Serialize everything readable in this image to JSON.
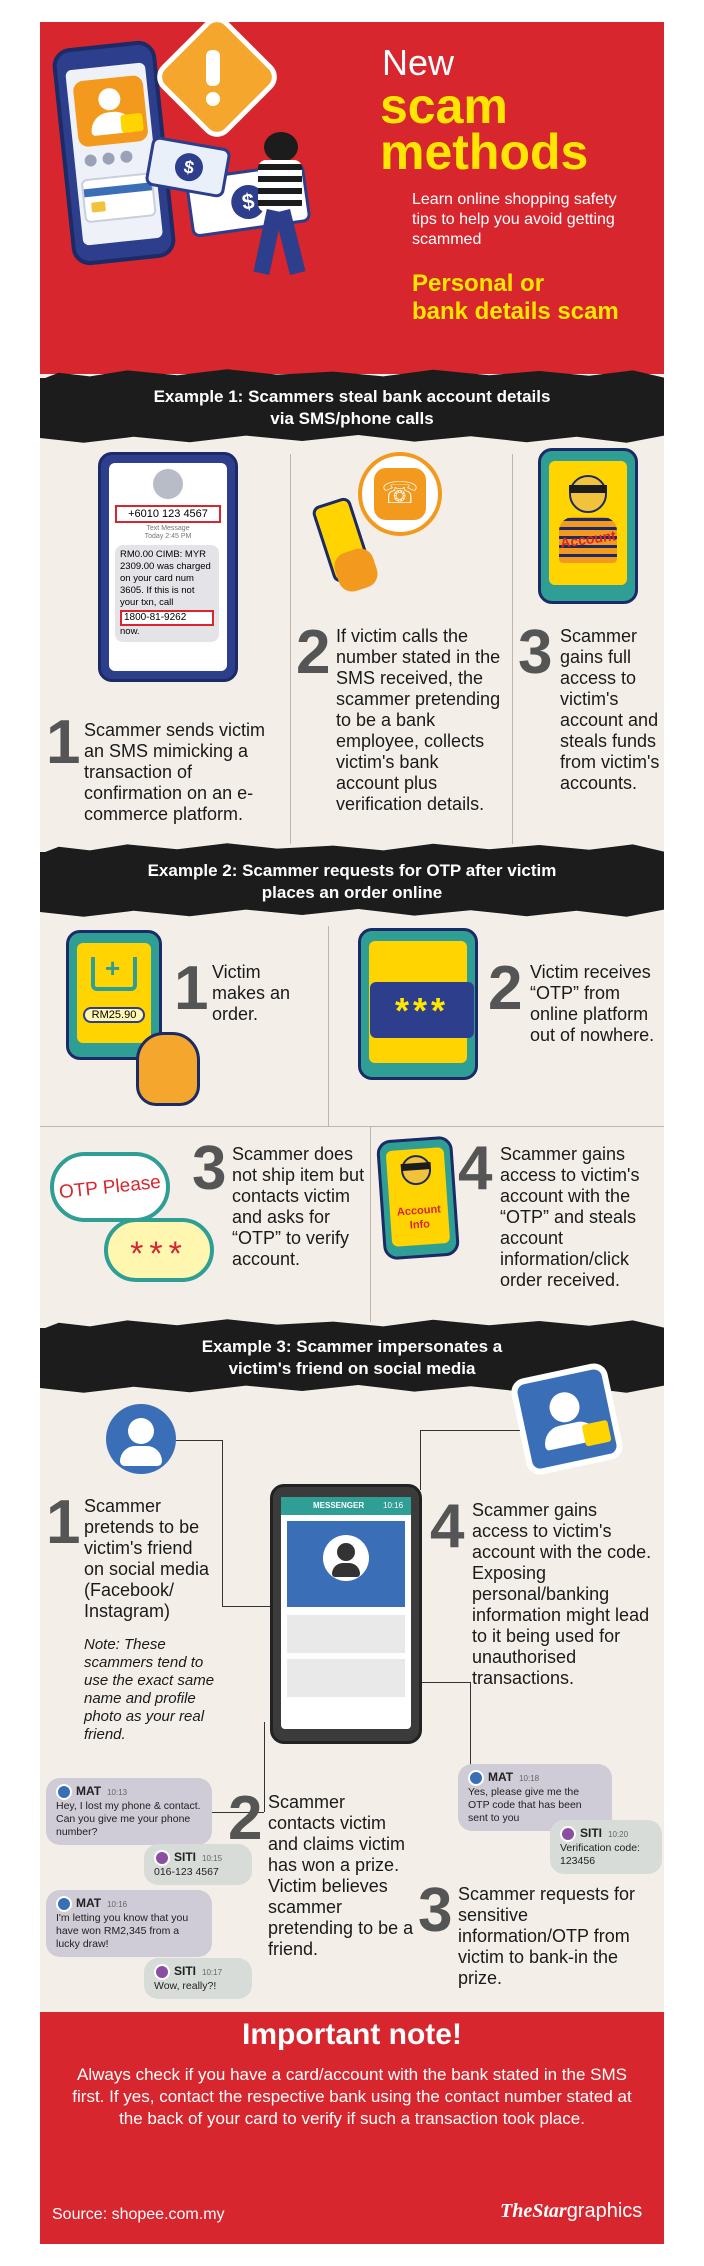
{
  "header": {
    "title_line1": "New",
    "title_line2": "scam",
    "title_line3": "methods",
    "subtitle": "Learn online shopping safety tips to help you avoid getting scammed",
    "category_line1": "Personal or",
    "category_line2": "bank details scam"
  },
  "example1": {
    "title_line1": "Example 1: Scammers steal bank account details",
    "title_line2": "via SMS/phone calls",
    "sms": {
      "number": "+6010 123 4567",
      "kind": "Text Message",
      "time": "Today 2:45 PM",
      "body": "RM0.00 CIMB: MYR 2309.00 was charged on your card num 3605. If this is not your txn, call",
      "callback": "1800-81-9262",
      "tail": "now."
    },
    "icon_account_label": "Account",
    "steps": [
      {
        "n": "1",
        "text": "Scammer sends victim an SMS mimicking a transaction of confirmation on an e-commerce platform."
      },
      {
        "n": "2",
        "text": "If victim calls the number stated in the SMS received, the scammer pretending to be a bank employee, collects victim's bank account plus verification details."
      },
      {
        "n": "3",
        "text": "Scammer gains full access to victim's account and steals funds from victim's accounts."
      }
    ]
  },
  "example2": {
    "title_line1": "Example 2: Scammer requests for OTP after victim",
    "title_line2": "places an order online",
    "cart_price": "RM25.90",
    "otp_stars": "***",
    "otp_please": "OTP Please",
    "account_info_line1": "Account",
    "account_info_line2": "Info",
    "steps": [
      {
        "n": "1",
        "text": "Victim makes an order."
      },
      {
        "n": "2",
        "text": "Victim receives “OTP” from online platform out of nowhere."
      },
      {
        "n": "3",
        "text": "Scammer does not ship item but contacts victim and asks for “OTP” to verify account."
      },
      {
        "n": "4",
        "text": "Scammer gains access to victim's account with the “OTP” and steals account information/click order received."
      }
    ]
  },
  "example3": {
    "title_line1": "Example 3: Scammer impersonates a",
    "title_line2": "victim's friend on social media",
    "messenger_label": "MESSENGER",
    "messenger_time": "10:16",
    "steps": [
      {
        "n": "1",
        "text": "Scammer pretends to be victim's friend on social media (Facebook/ Instagram)"
      },
      {
        "n": "2",
        "text": "Scammer contacts victim and claims victim has won a prize. Victim believes scammer pretending to be a friend."
      },
      {
        "n": "3",
        "text": "Scammer requests for sensitive information/OTP from victim to bank-in the prize."
      },
      {
        "n": "4",
        "text": "Scammer gains access to victim's account with the code. Exposing personal/banking information might lead to it being used for unauthorised transactions."
      }
    ],
    "note": "Note: These scammers tend to use the exact same name and profile photo as your real friend.",
    "chats_left": [
      {
        "who": "MAT",
        "time": "10:13",
        "text": "Hey, I lost my phone & contact. Can you give me your phone number?"
      },
      {
        "who": "SITI",
        "time": "10:15",
        "text": "016-123 4567"
      },
      {
        "who": "MAT",
        "time": "10:16",
        "text": "I'm letting you know that you have won RM2,345 from a lucky draw!"
      },
      {
        "who": "SITI",
        "time": "10:17",
        "text": "Wow, really?!"
      }
    ],
    "chats_right": [
      {
        "who": "MAT",
        "time": "10:18",
        "text": "Yes, please give me the OTP code that has been sent to you"
      },
      {
        "who": "SITI",
        "time": "10:20",
        "text": "Verification code: 123456"
      }
    ]
  },
  "footer": {
    "title": "Important note!",
    "body": "Always check if you have a card/account with the bank stated in the SMS first. If yes, contact the respective bank using the contact number stated at the back of your card to verify if such a transaction took place.",
    "source": "Source: shopee.com.my",
    "brand_star": "TheStar",
    "brand_graphics": "graphics"
  },
  "colors": {
    "red": "#d7262e",
    "yellow": "#ffe600",
    "navy": "#243a7a",
    "orange": "#f39a1e",
    "green": "#2f9e94"
  }
}
